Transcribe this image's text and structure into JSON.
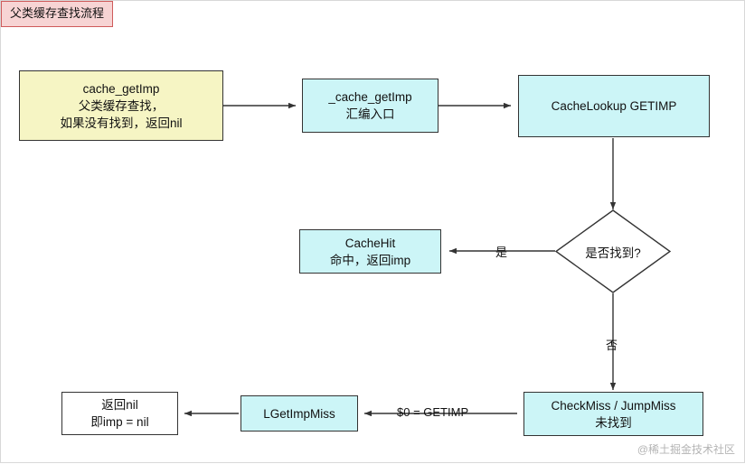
{
  "diagram": {
    "title": "父类缓存查找流程",
    "watermark": "@稀土掘金技术社区",
    "nodes": {
      "cache_getimp": {
        "line1": "cache_getImp",
        "line2": "父类缓存查找，",
        "line3": "如果没有找到，返回nil"
      },
      "cache_getimp_asm": {
        "line1": "_cache_getImp",
        "line2": "汇编入口"
      },
      "cachelookup": {
        "line1": "CacheLookup GETIMP"
      },
      "decision": {
        "label": "是否找到?"
      },
      "cachehit": {
        "line1": "CacheHit",
        "line2": "命中，返回imp"
      },
      "checkmiss": {
        "line1": "CheckMiss / JumpMiss",
        "line2": "未找到"
      },
      "lgetimpmiss": {
        "line1": "LGetImpMiss"
      },
      "returnnil": {
        "line1": "返回nil",
        "line2": "即imp = nil"
      }
    },
    "edge_labels": {
      "yes": "是",
      "no": "否",
      "getimp": "$0 = GETIMP"
    },
    "colors": {
      "yellow_fill": "#f6f5c4",
      "cyan_fill": "#ccf5f7",
      "white_fill": "#ffffff",
      "stroke": "#333333",
      "title_bg": "#f7d4d4",
      "title_border": "#cf5b5b"
    }
  }
}
